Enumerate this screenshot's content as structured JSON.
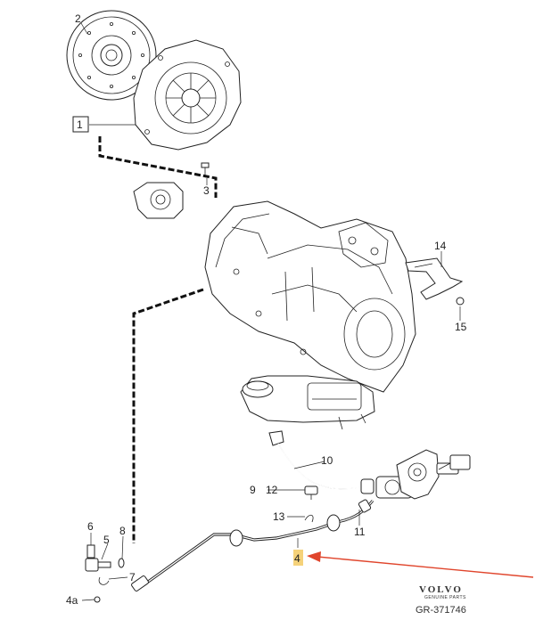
{
  "labels": {
    "p1": "1",
    "p2": "2",
    "p3": "3",
    "p4": "4",
    "p4a": "4a",
    "p5": "5",
    "p6": "6",
    "p7": "7",
    "p8": "8",
    "p9": "9",
    "p10": "10",
    "p11": "11",
    "p12": "12",
    "p13": "13",
    "p14": "14",
    "p15": "15"
  },
  "brand": {
    "logo": "VOLVO",
    "tagline": "GENUINE PARTS",
    "ref": "GR-371746"
  },
  "colors": {
    "highlight": "#f5d27a",
    "arrow": "#e0452c",
    "ink": "#222222"
  }
}
